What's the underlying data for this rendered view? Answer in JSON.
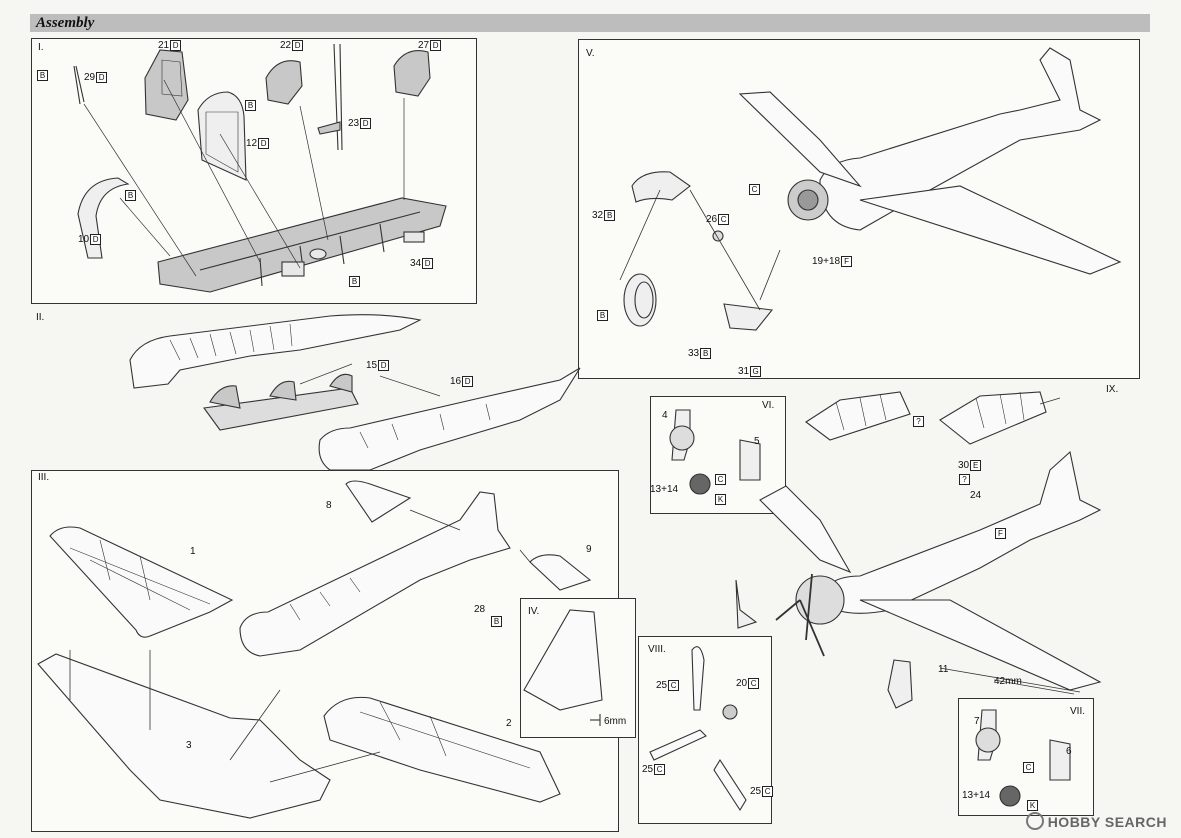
{
  "header": {
    "title": "Assembly"
  },
  "sections": {
    "s1": "I.",
    "s2": "II.",
    "s3": "III.",
    "s4": "IV.",
    "s5": "V.",
    "s6": "VI.",
    "s7": "VII.",
    "s8": "VIII.",
    "s9": "IX."
  },
  "parts": {
    "p21": "21",
    "p22": "22",
    "p27": "27",
    "p29": "29",
    "p12": "12",
    "p23": "23",
    "p10": "10",
    "p34": "34",
    "p15": "15",
    "p16": "16",
    "p32": "32",
    "p26": "26",
    "p19_18": "19+18",
    "p33": "33",
    "p31": "31",
    "p4": "4",
    "p5": "5",
    "p13_14": "13+14",
    "p1": "1",
    "p2": "2",
    "p3": "3",
    "p8": "8",
    "p9": "9",
    "p28": "28",
    "p25a": "25",
    "p20": "20",
    "p25b": "25",
    "p25c": "25",
    "p30": "30",
    "p24": "24",
    "p11": "11",
    "p7": "7",
    "p6": "6",
    "p13_14b": "13+14"
  },
  "sprues": {
    "D": "D",
    "B": "B",
    "C": "C",
    "F": "F",
    "G": "G",
    "K": "K",
    "E": "E",
    "Q": "?"
  },
  "dims": {
    "d6mm": "6mm",
    "d42mm": "42mm"
  },
  "watermark": "HOBBY SEARCH"
}
